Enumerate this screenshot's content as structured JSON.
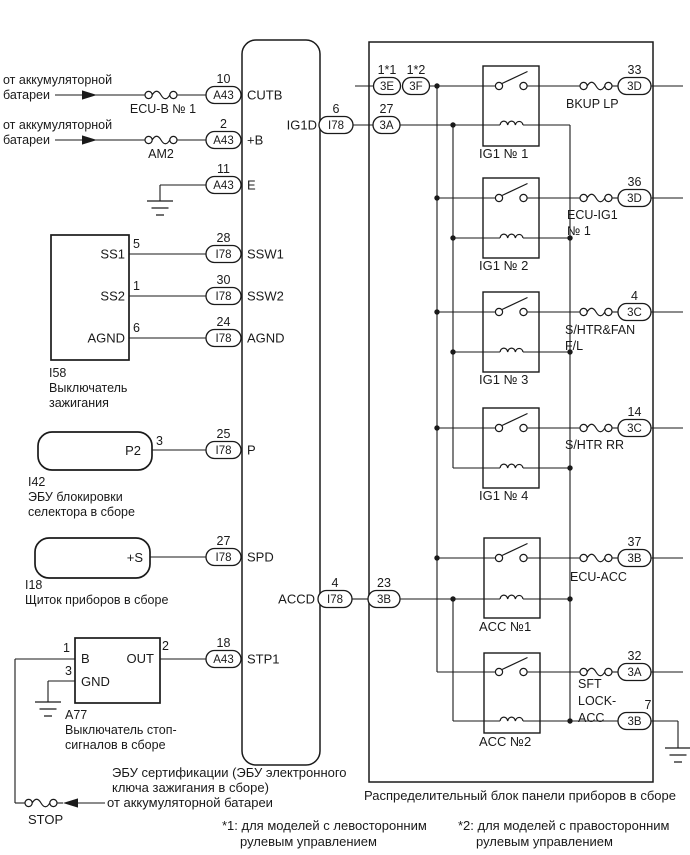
{
  "colors": {
    "line": "#1a1a1a",
    "background": "#ffffff"
  },
  "battery_feeds": {
    "feed1": {
      "line1": "от аккумуляторной",
      "line2": "батареи",
      "fuse": "ECU-B № 1"
    },
    "feed2": {
      "line1": "от аккумуляторной",
      "line2": "батареи",
      "fuse": "AM2"
    }
  },
  "ecu": {
    "label1": "ЭБУ сертификации (ЭБУ электронного",
    "label2": "ключа зажигания в сборе)",
    "pins": {
      "cutb": {
        "num": "10",
        "conn": "A43",
        "label": "CUTB"
      },
      "b": {
        "num": "2",
        "conn": "A43",
        "label": "+B"
      },
      "e": {
        "num": "11",
        "conn": "A43",
        "label": "E"
      },
      "ssw1": {
        "num": "28",
        "conn": "I78",
        "label": "SSW1"
      },
      "ssw2": {
        "num": "30",
        "conn": "I78",
        "label": "SSW2"
      },
      "agnd": {
        "num": "24",
        "conn": "I78",
        "label": "AGND"
      },
      "p": {
        "num": "25",
        "conn": "I78",
        "label": "P"
      },
      "spd": {
        "num": "27",
        "conn": "I78",
        "label": "SPD"
      },
      "stp1": {
        "num": "18",
        "conn": "A43",
        "label": "STP1"
      },
      "ig1d": {
        "num": "6",
        "conn": "I78",
        "label": "IG1D"
      },
      "accd": {
        "num": "4",
        "conn": "I78",
        "label": "ACCD"
      }
    }
  },
  "components": {
    "i58": {
      "id": "I58",
      "desc1": "Выключатель",
      "desc2": "зажигания",
      "pins": [
        {
          "label": "SS1",
          "num": "5"
        },
        {
          "label": "SS2",
          "num": "1"
        },
        {
          "label": "AGND",
          "num": "6"
        }
      ]
    },
    "i42": {
      "id": "I42",
      "desc1": "ЭБУ блокировки",
      "desc2": "селектора в сборе",
      "pin_label": "P2",
      "pin_num": "3"
    },
    "i18": {
      "id": "I18",
      "desc1": "Щиток приборов в сборе",
      "pin_label": "+S"
    },
    "a77": {
      "id": "A77",
      "desc1": "Выключатель стоп-",
      "desc2": "сигналов в сборе",
      "pin_b": {
        "label": "B",
        "num": "1"
      },
      "pin_out": {
        "label": "OUT",
        "num": "2"
      },
      "pin_gnd": {
        "label": "GND",
        "num": "3"
      }
    }
  },
  "junction_box": {
    "label": "Распределительный блок панели приборов в сборе",
    "inputs": {
      "in3e": {
        "num": "1*1",
        "conn": "3E"
      },
      "in3f": {
        "num": "1*2",
        "conn": "3F"
      },
      "in3a": {
        "num": "27",
        "conn": "3A"
      },
      "in3b": {
        "num": "23",
        "conn": "3B"
      }
    },
    "relays": [
      {
        "name": "IG1 № 1",
        "fuse1": "BKUP LP",
        "out_num": "33",
        "out_conn": "3D"
      },
      {
        "name": "IG1 № 2",
        "fuse1": "ECU-IG1",
        "fuse2": "№ 1",
        "out_num": "36",
        "out_conn": "3D"
      },
      {
        "name": "IG1 № 3",
        "fuse1": "S/HTR&FAN",
        "fuse2": "F/L",
        "out_num": "4",
        "out_conn": "3C"
      },
      {
        "name": "IG1 № 4",
        "fuse1": "S/HTR RR",
        "out_num": "14",
        "out_conn": "3C"
      },
      {
        "name": "ACC №1",
        "fuse1": "ECU-ACC",
        "out_num": "37",
        "out_conn": "3B"
      },
      {
        "name": "ACC №2",
        "fuse1": "SFT",
        "fuse2": "LOCK-",
        "fuse3": "ACC",
        "out_num": "32",
        "out_conn": "3A",
        "gnd_num": "7",
        "gnd_conn": "3B"
      }
    ]
  },
  "footer": {
    "stop_fuse": "STOP",
    "battery_label": "от аккумуляторной батареи",
    "note1_line1": "*1: для моделей с левосторонним",
    "note1_line2": "рулевым управлением",
    "note2_line1": "*2: для моделей с правосторонним",
    "note2_line2": "рулевым управлением"
  }
}
